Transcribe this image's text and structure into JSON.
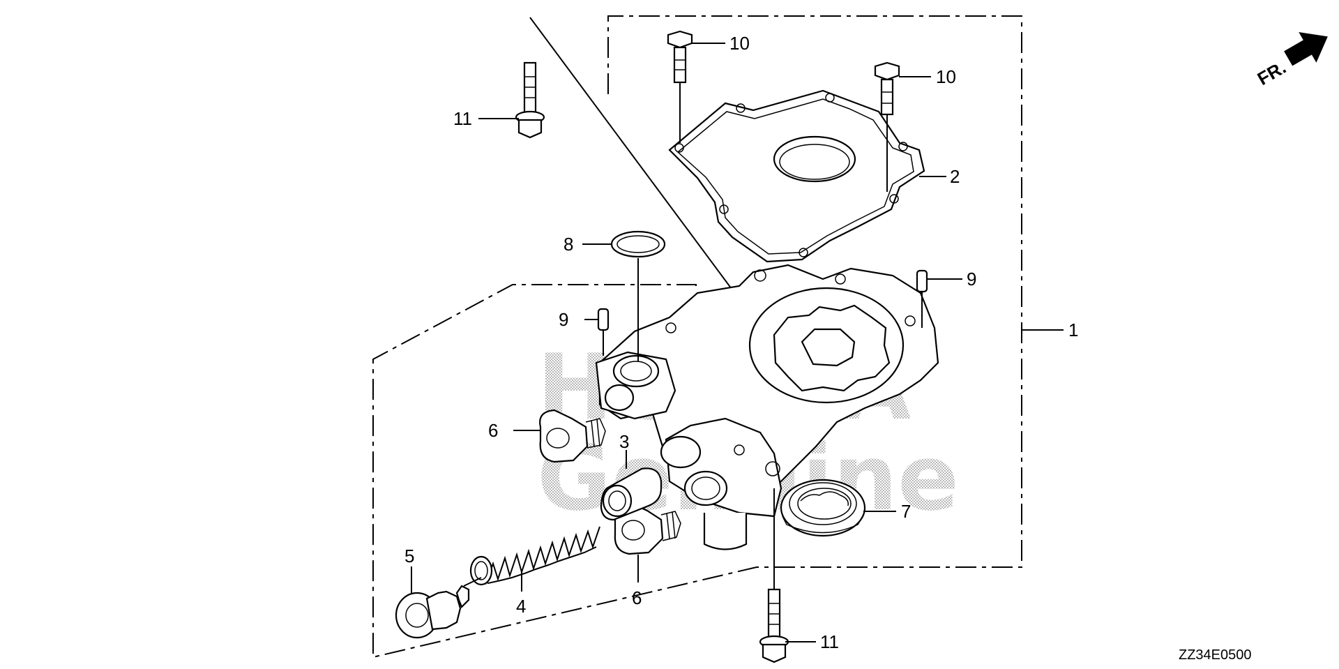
{
  "diagram": {
    "watermark": {
      "line1": "HONDA",
      "line2": "Genuine"
    },
    "direction_label": "FR.",
    "drawing_code": "ZZ34E0500",
    "callouts": {
      "c1": "1",
      "c2": "2",
      "c3": "3",
      "c4": "4",
      "c5": "5",
      "c6a": "6",
      "c6b": "6",
      "c7": "7",
      "c8": "8",
      "c9a": "9",
      "c9b": "9",
      "c10a": "10",
      "c10b": "10",
      "c11a": "11",
      "c11b": "11"
    }
  }
}
